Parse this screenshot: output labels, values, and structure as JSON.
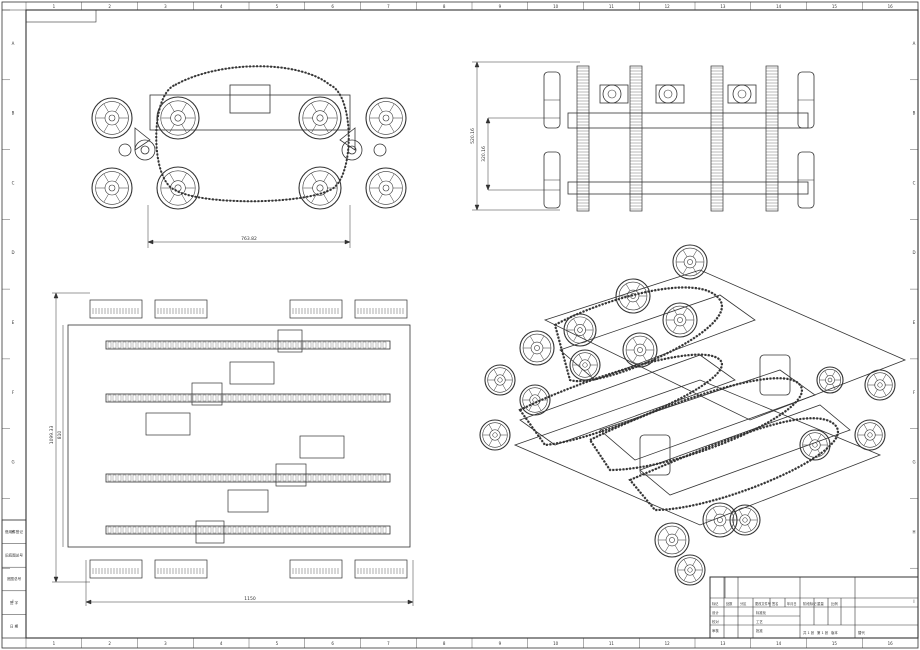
{
  "border": {
    "top_numbers": [
      "1",
      "2",
      "3",
      "4",
      "5",
      "6",
      "7",
      "8",
      "9",
      "10",
      "11",
      "12",
      "13",
      "14",
      "15",
      "16"
    ],
    "side_letters": [
      "A",
      "B",
      "C",
      "D",
      "E",
      "F",
      "G",
      "H",
      "I"
    ]
  },
  "dimensions": {
    "front_width": "763.82",
    "side_height_outer": "520.16",
    "side_height_inner": "320.16",
    "plan_height": "1099.33",
    "plan_height_inner": "810",
    "plan_width": "1150"
  },
  "left_strip": {
    "cells": [
      "借用件登记",
      "旧底图总号",
      "底图总号",
      "签 字",
      "日 期"
    ]
  },
  "title_block": {
    "header_cells": [
      "标记",
      "处数",
      "分区",
      "更改文件号",
      "签名",
      "年月日"
    ],
    "row_labels": [
      "设计",
      "校对",
      "审核"
    ],
    "mid_labels": [
      "标准化",
      "工艺",
      "批准"
    ],
    "stage_labels": [
      "阶段标记",
      "重量",
      "比例"
    ],
    "sheet_info": [
      "共 1 张",
      "第 1 张",
      "版本"
    ],
    "sheet_extra": "替代"
  },
  "colors": {
    "line": "#222222",
    "paper": "#ffffff"
  }
}
